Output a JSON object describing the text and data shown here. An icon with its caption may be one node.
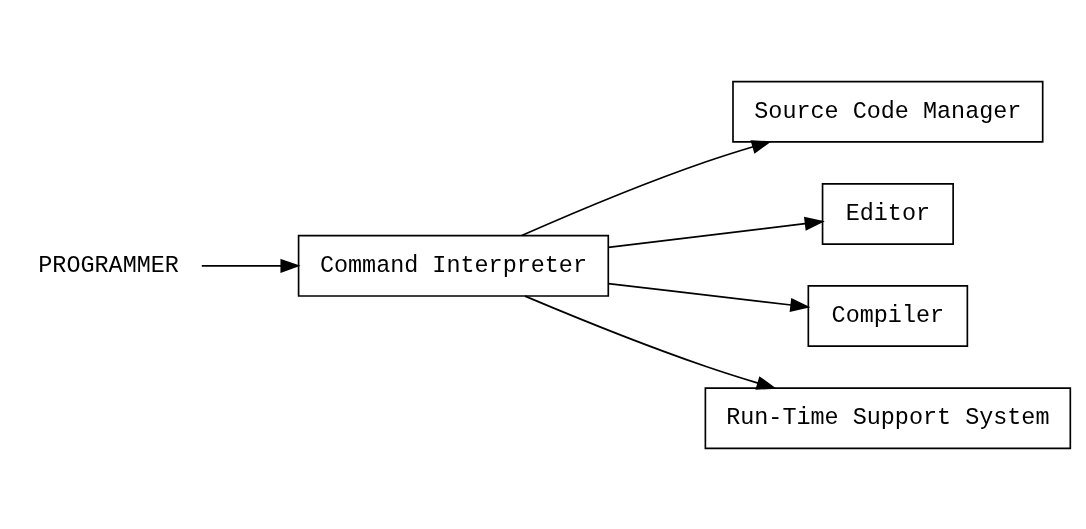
{
  "diagram": {
    "nodes": [
      {
        "text": [
          "PROGRAMMER"
        ]
      },
      {
        "text": [
          "Command Interpreter"
        ]
      },
      {
        "text": [
          "Source Code Manager"
        ]
      },
      {
        "text": [
          "Editor"
        ]
      },
      {
        "text": [
          "Compiler"
        ]
      },
      {
        "text": [
          "Run-Time Support System"
        ]
      }
    ],
    "edges": [
      {
        "from": 0,
        "to": 1,
        "arrow": "to"
      },
      {
        "from": 1,
        "to": 2,
        "arrow": "to"
      },
      {
        "from": 1,
        "to": 3,
        "arrow": "to"
      },
      {
        "from": 1,
        "to": 4,
        "arrow": "to"
      },
      {
        "from": 1,
        "to": 5,
        "arrow": "to"
      }
    ]
  }
}
